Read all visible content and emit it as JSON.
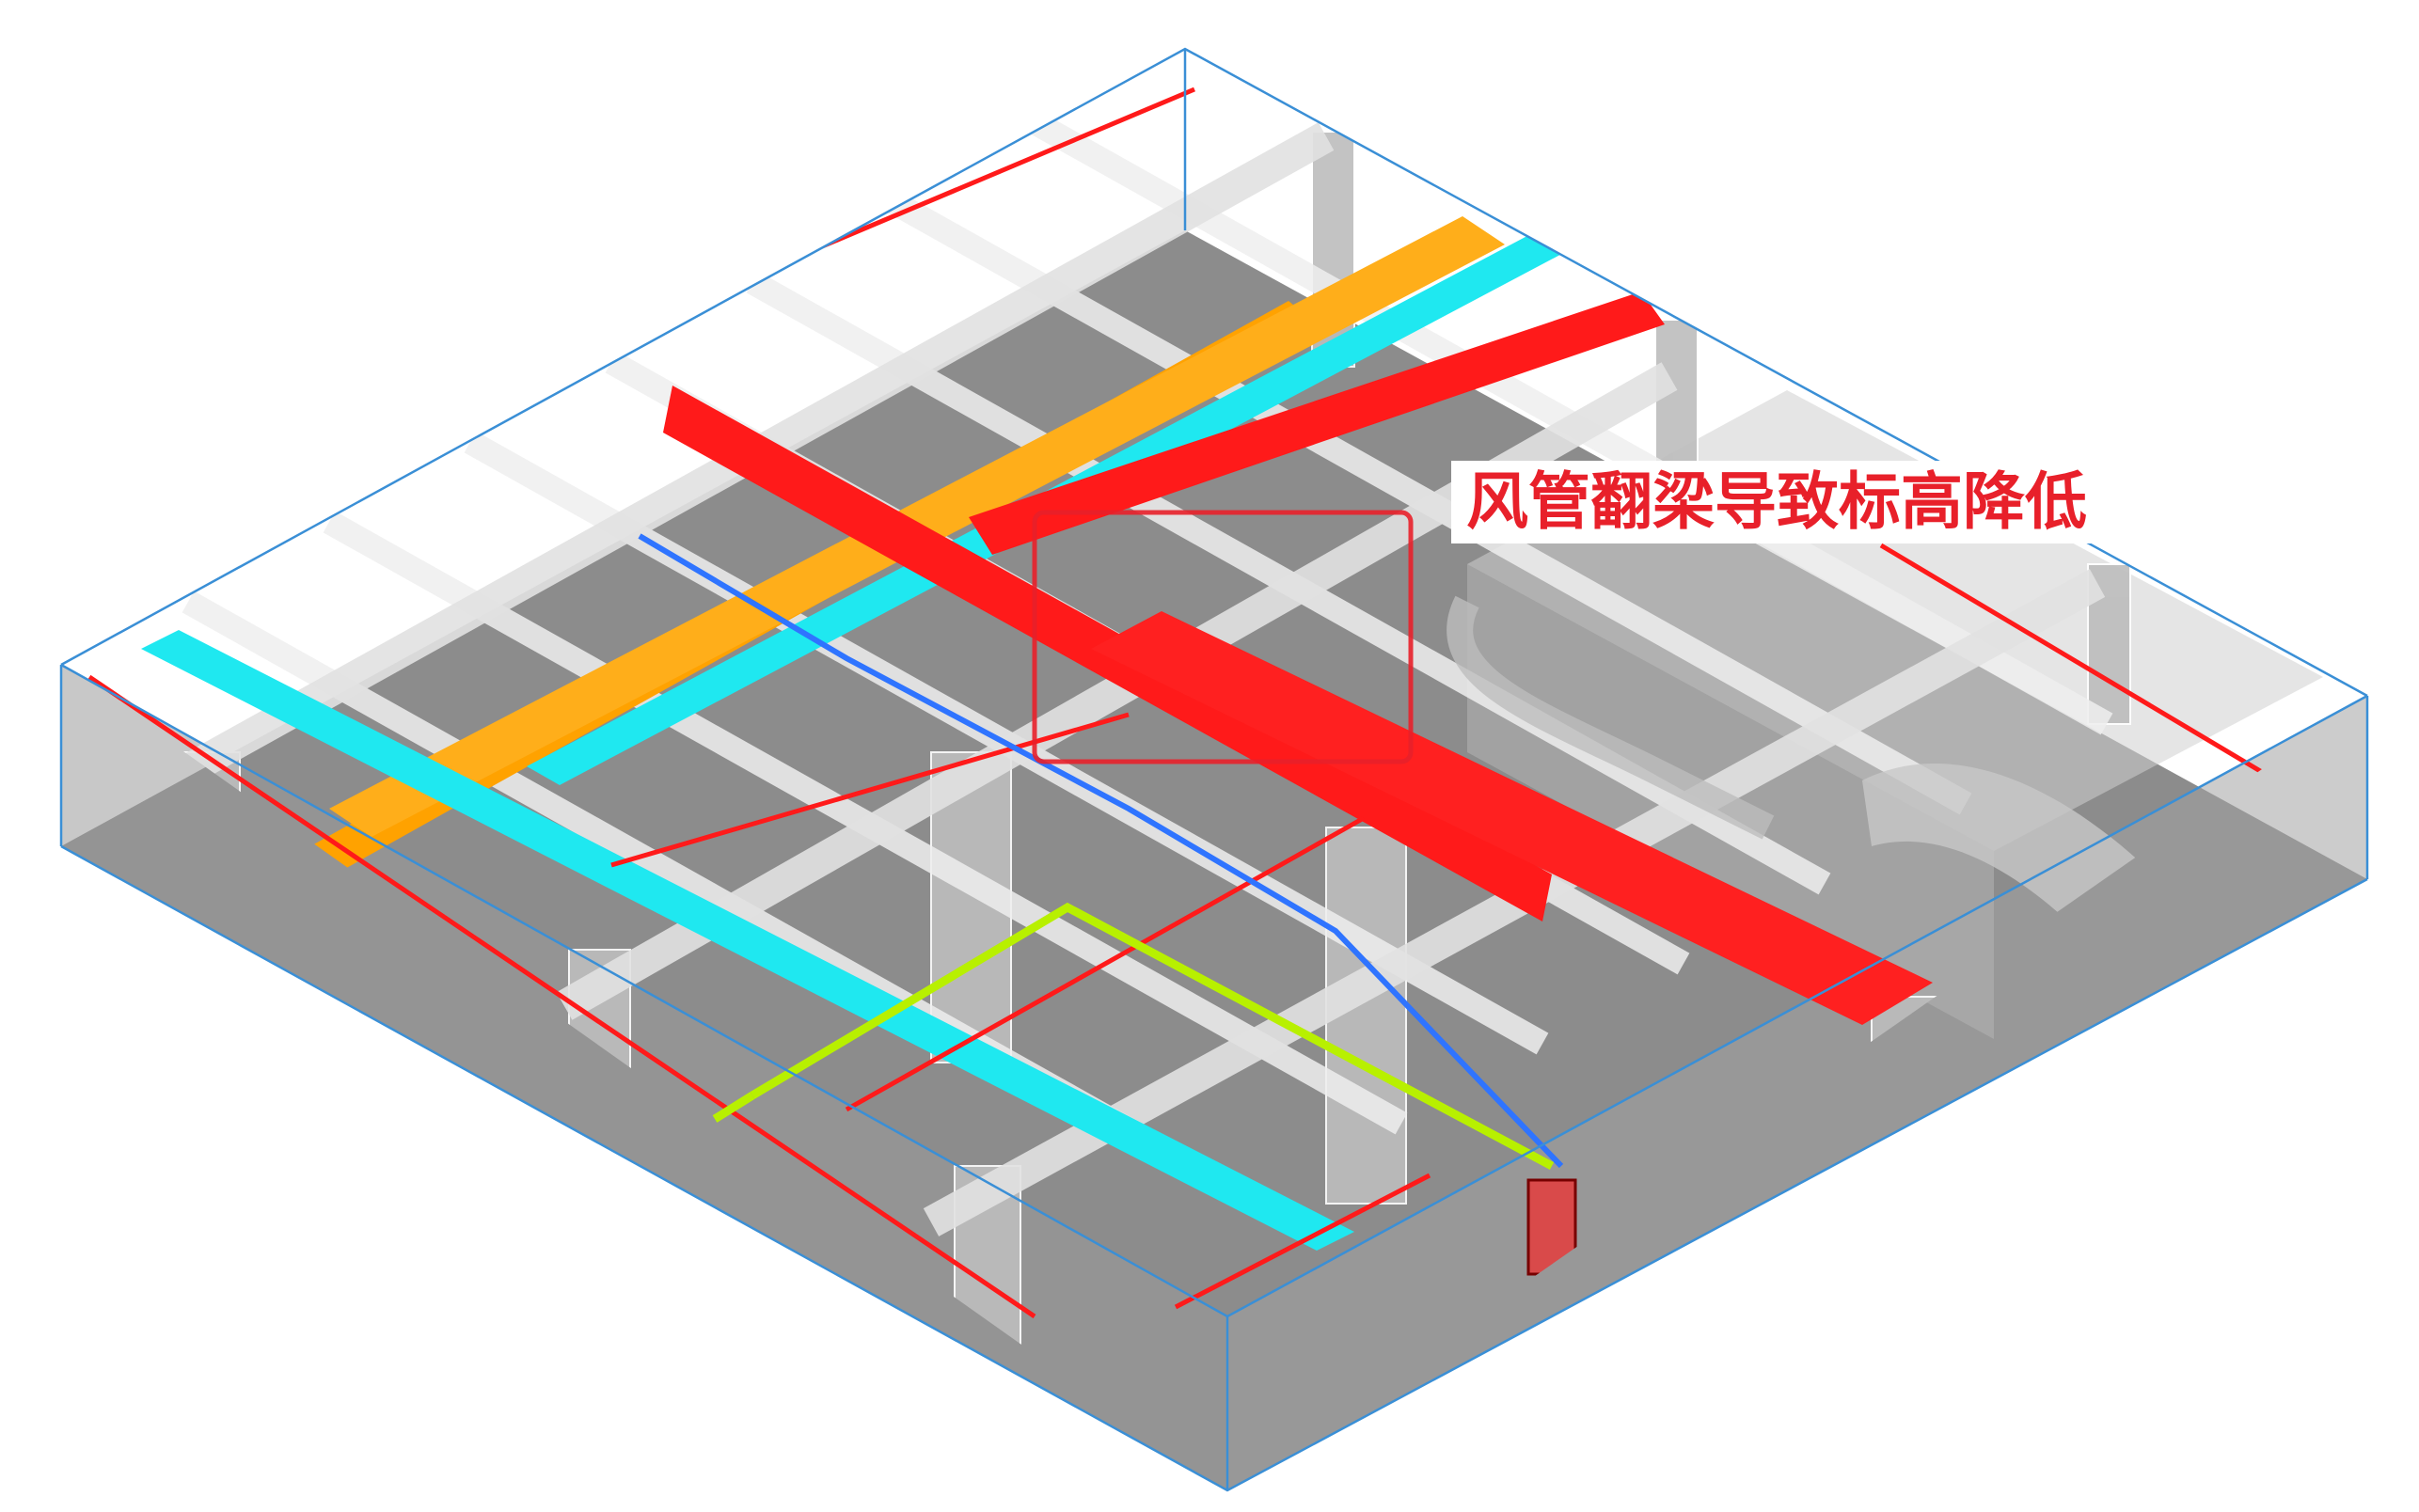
{
  "annotation": {
    "text": "风管翻梁导致标高降低",
    "color": "#e8202a"
  },
  "colors": {
    "boundary": "#3a8fd6",
    "floor": "#8a8a8a",
    "wall": "#b9b9b9",
    "beam": "#e6e6e6",
    "duct_red": "#ff1a1a",
    "tray_orange": "#ffa200",
    "tray_cyan": "#1fe8f0",
    "pipe_yellow_green": "#b8f000",
    "pipe_blue": "#2f74ff"
  },
  "icons": [
    "isometric-bim-model",
    "highlight-box"
  ]
}
